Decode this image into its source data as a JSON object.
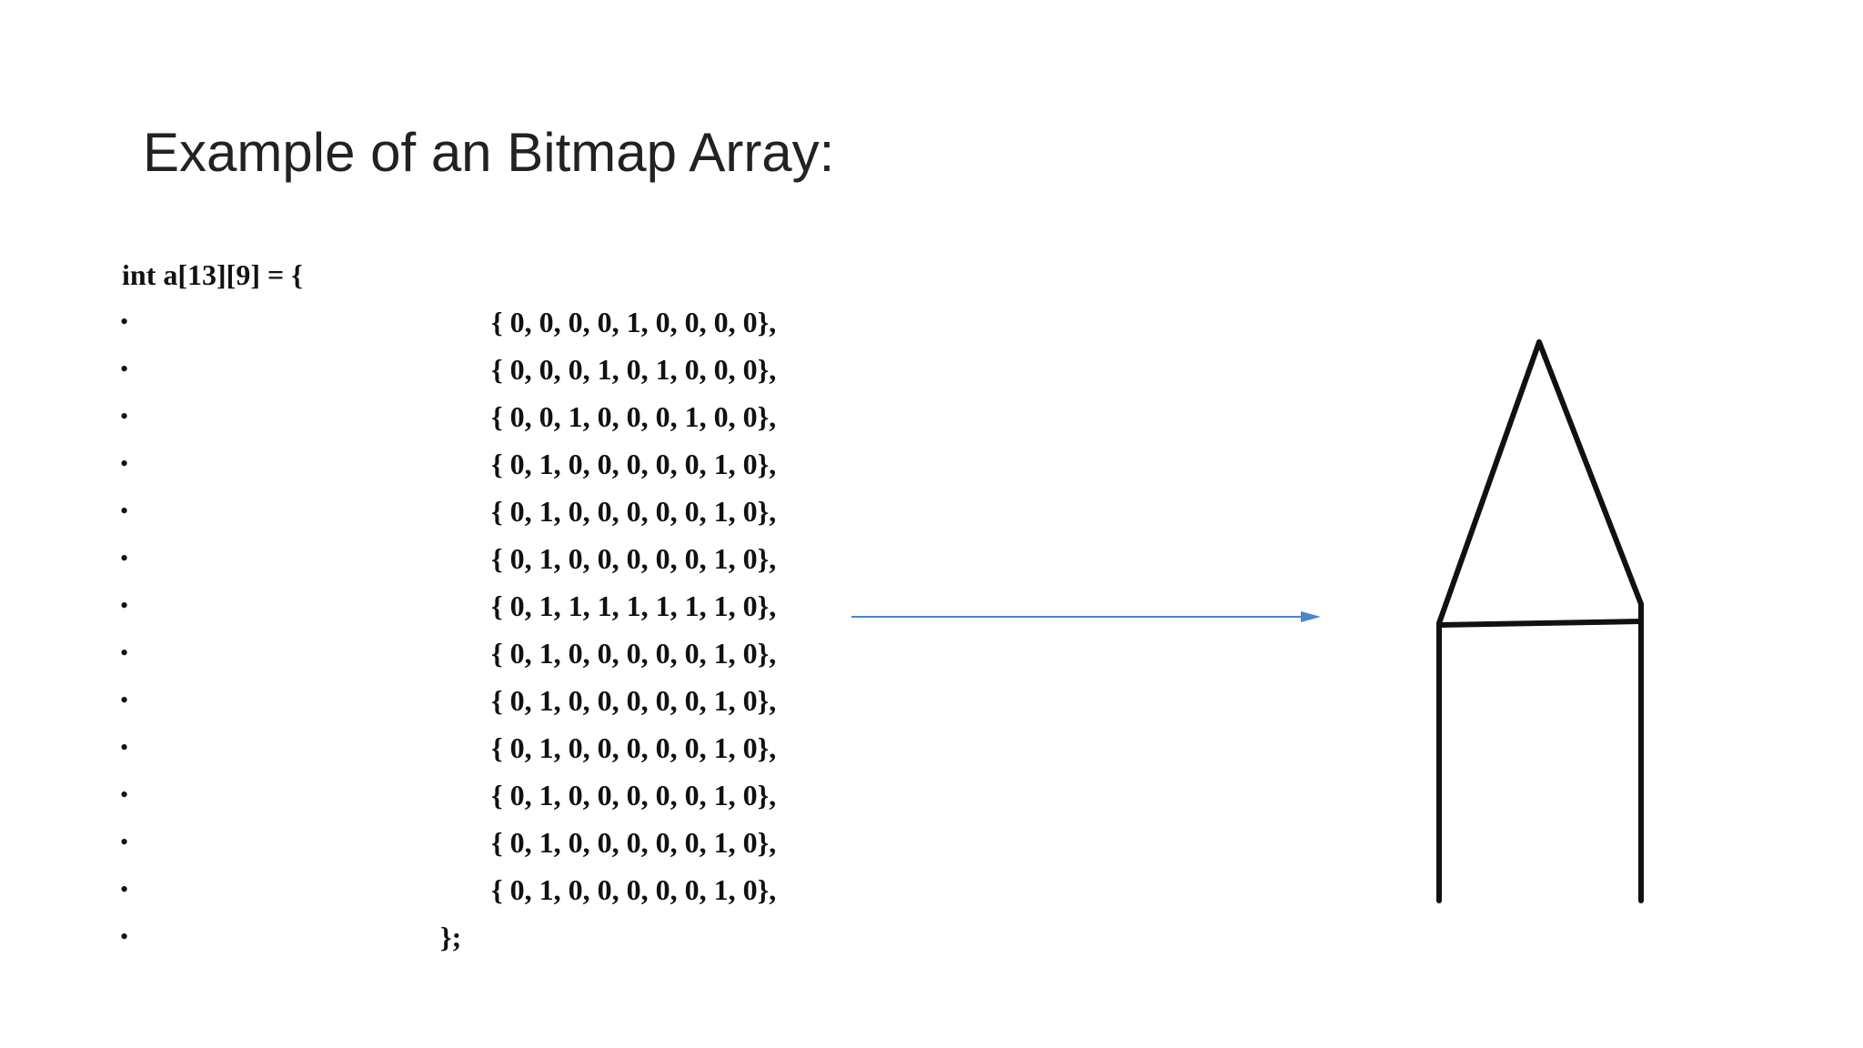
{
  "slide": {
    "title": "Example of an Bitmap Array:"
  },
  "code": {
    "header": "int a[13][9] = {",
    "bullet_symbol": "•",
    "rows": [
      "{ 0, 0, 0, 0, 1, 0, 0, 0, 0},",
      "{ 0, 0, 0, 1, 0, 1, 0, 0, 0},",
      "{ 0, 0, 1, 0, 0, 0, 1, 0, 0},",
      "{ 0, 1, 0, 0, 0, 0, 0, 1, 0},",
      "{ 0, 1, 0, 0, 0, 0, 0, 1, 0},",
      "{ 0, 1, 0, 0, 0, 0, 0, 1, 0},",
      "{ 0, 1, 1, 1, 1, 1, 1, 1, 0},",
      "{ 0, 1, 0, 0, 0, 0, 0, 1, 0},",
      "{ 0, 1, 0, 0, 0, 0, 0, 1, 0},",
      "{ 0, 1, 0, 0, 0, 0, 0, 1, 0},",
      "{ 0, 1, 0, 0, 0, 0, 0, 1, 0},",
      "{ 0, 1, 0, 0, 0, 0, 0, 1, 0},",
      "{ 0, 1, 0, 0, 0, 0, 0, 1, 0},"
    ],
    "closing": "};"
  },
  "colors": {
    "arrow": "#4a86c8",
    "drawing_stroke": "#111111",
    "text": "#111111"
  }
}
